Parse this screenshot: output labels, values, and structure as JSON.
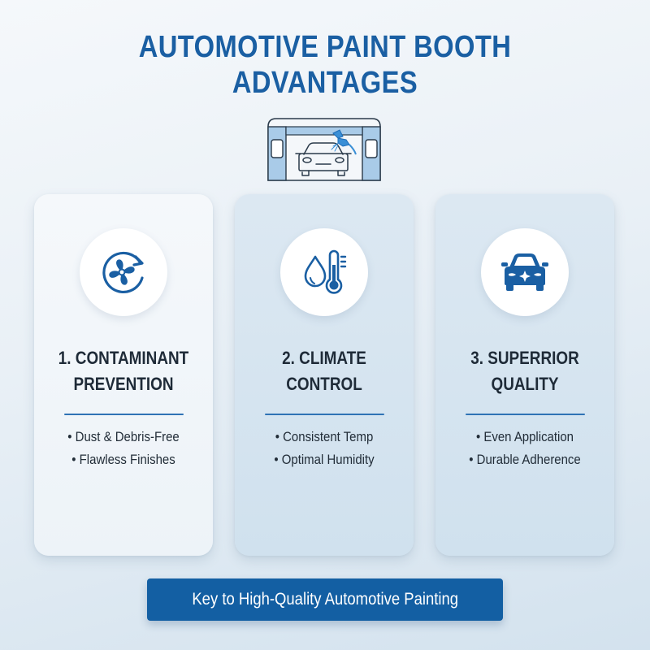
{
  "header": {
    "title_line1": "AUTOMOTIVE PAINT BOOTH",
    "title_line2": "ADVANTAGES",
    "illustration": "paint-booth-with-car-and-spray-gun-icon"
  },
  "colors": {
    "primary_blue": "#1a5fa3",
    "banner_blue": "#135fa3",
    "divider_blue": "#2f73b5",
    "card_light": "#f5f8fb",
    "card_tinted": "#d6e5f0",
    "text_dark": "#1f2b38",
    "booth_fill": "#a9cbe8"
  },
  "cards": [
    {
      "icon": "fan-rotate-icon",
      "title_line1": "1. CONTAMINANT",
      "title_line2": "PREVENTION",
      "bullets": [
        "Dust & Debris-Free",
        "Flawless Finishes"
      ]
    },
    {
      "icon": "droplet-thermometer-icon",
      "title_line1": "2. CLIMATE",
      "title_line2": "CONTROL",
      "bullets": [
        "Consistent Temp",
        "Optimal Humidity"
      ]
    },
    {
      "icon": "car-sparkle-icon",
      "title_line1": "3. SUPERRIOR",
      "title_line2": "QUALITY",
      "bullets": [
        "Even Application",
        "Durable Adherence"
      ]
    }
  ],
  "footer": {
    "banner_text": "Key to High-Quality Automotive Painting"
  }
}
